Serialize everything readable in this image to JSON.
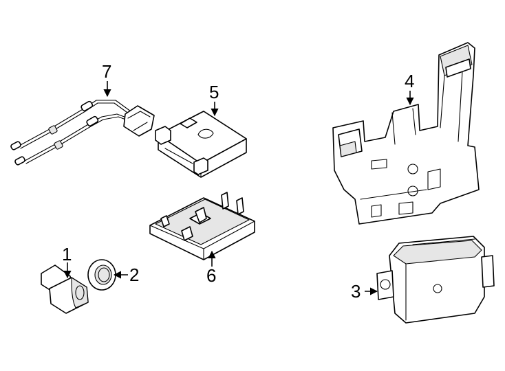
{
  "callouts": {
    "c1": "1",
    "c2": "2",
    "c3": "3",
    "c4": "4",
    "c5": "5",
    "c6": "6",
    "c7": "7"
  },
  "colors": {
    "line": "#000000",
    "background": "#ffffff",
    "shade": "#e6e6e6"
  }
}
